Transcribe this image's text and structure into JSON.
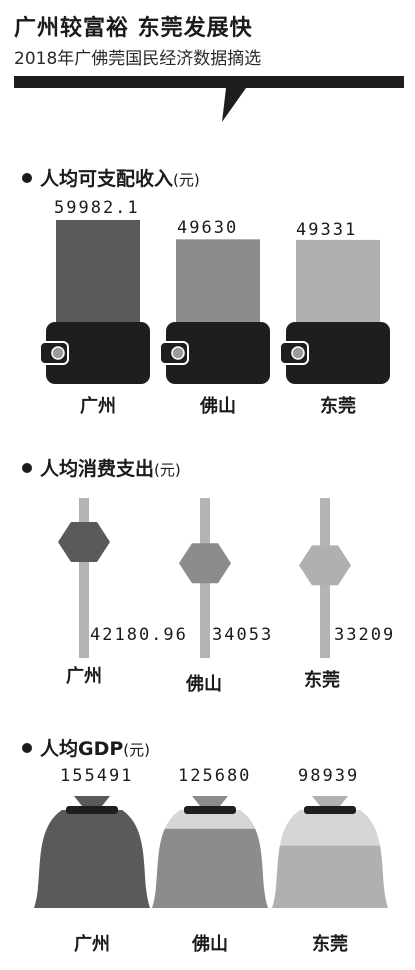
{
  "header": {
    "title": "广州较富裕  东莞发展快",
    "subtitle": "2018年广佛莞国民经济数据摘选"
  },
  "colors": {
    "dark": "#1e1e1e",
    "guangzhou": "#5a5a5a",
    "foshan": "#8c8c8c",
    "dongguan": "#b0b0b0"
  },
  "chart_data": [
    {
      "type": "bar",
      "title": "人均可支配收入",
      "unit": "(元)",
      "categories": [
        "广州",
        "佛山",
        "东莞"
      ],
      "values": [
        59982.1,
        49630,
        49331
      ],
      "value_labels": [
        "59982.1",
        "49630",
        "49331"
      ]
    },
    {
      "type": "bar",
      "title": "人均消费支出",
      "unit": "(元)",
      "categories": [
        "广州",
        "佛山",
        "东莞"
      ],
      "values": [
        42180.96,
        34053,
        33209
      ],
      "value_labels": [
        "42180.96",
        "34053",
        "33209"
      ]
    },
    {
      "type": "bar",
      "title": "人均GDP",
      "unit": "(元)",
      "categories": [
        "广州",
        "佛山",
        "东莞"
      ],
      "values": [
        155491,
        125680,
        98939
      ],
      "value_labels": [
        "155491",
        "125680",
        "98939"
      ]
    }
  ]
}
